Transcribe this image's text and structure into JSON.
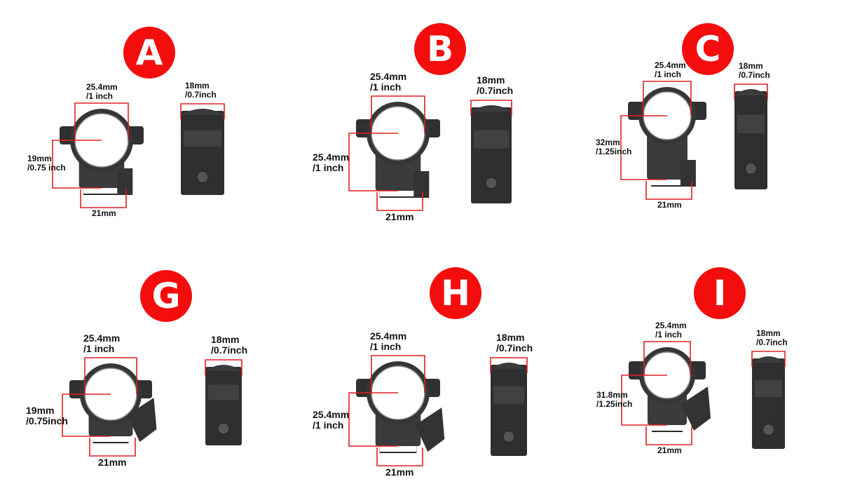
{
  "accent_color": "#f40d0d",
  "dimension_line_color": "#e02020",
  "panels": [
    {
      "letter": "A",
      "diameter": "25.4mm",
      "diameter_inch": "/1 inch",
      "height": "19mm",
      "height_inch": "/0.75 inch",
      "base": "21mm",
      "width": "18mm",
      "width_inch": "/0.7inch",
      "quick_release": false
    },
    {
      "letter": "B",
      "diameter": "25.4mm",
      "diameter_inch": "/1 inch",
      "height": "25.4mm",
      "height_inch": "/1 inch",
      "base": "21mm",
      "width": "18mm",
      "width_inch": "/0.7inch",
      "quick_release": false
    },
    {
      "letter": "C",
      "diameter": "25.4mm",
      "diameter_inch": "/1 inch",
      "height": "32mm",
      "height_inch": "/1.25inch",
      "base": "21mm",
      "width": "18mm",
      "width_inch": "/0.7inch",
      "quick_release": false
    },
    {
      "letter": "G",
      "diameter": "25.4mm",
      "diameter_inch": "/1 inch",
      "height": "19mm",
      "height_inch": "/0.75inch",
      "base": "21mm",
      "width": "18mm",
      "width_inch": "/0.7inch",
      "quick_release": true
    },
    {
      "letter": "H",
      "diameter": "25.4mm",
      "diameter_inch": "/1 inch",
      "height": "25.4mm",
      "height_inch": "/1 inch",
      "base": "21mm",
      "width": "18mm",
      "width_inch": "/0.7inch",
      "quick_release": true
    },
    {
      "letter": "I",
      "diameter": "25.4mm",
      "diameter_inch": "/1 inch",
      "height": "31.8mm",
      "height_inch": "/1.25inch",
      "base": "21mm",
      "width": "18mm",
      "width_inch": "/0.7inch",
      "quick_release": true
    }
  ]
}
